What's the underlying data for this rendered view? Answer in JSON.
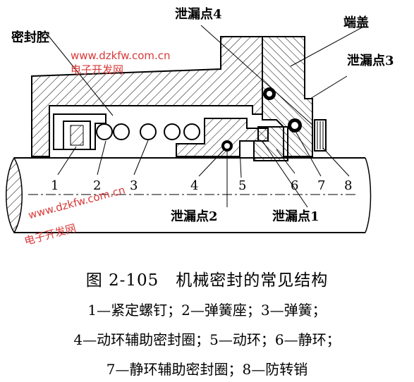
{
  "labels": {
    "seal_cavity": "密封腔",
    "leak4": "泄漏点4",
    "end_cap": "端盖",
    "leak3": "泄漏点3",
    "leak2": "泄漏点2",
    "leak1": "泄漏点1"
  },
  "numbers": [
    "1",
    "2",
    "3",
    "4",
    "5",
    "6",
    "7",
    "8"
  ],
  "watermark": {
    "url": "www.dzkfw.com.cn",
    "name": "电子开发网",
    "url2": "www.dzkfw.com.cn",
    "name2": "电子开发网"
  },
  "caption": {
    "title": "图 2-105　机械密封的常见结构",
    "line1": "1—紧定螺钉；2—弹簧座；3—弹簧；",
    "line2": "4—动环辅助密封圈；5—动环；6—静环；",
    "line3": "7—静环辅助密封圈；8—防转销"
  },
  "colors": {
    "watermark": "#d83a3a",
    "line": "#000000"
  }
}
